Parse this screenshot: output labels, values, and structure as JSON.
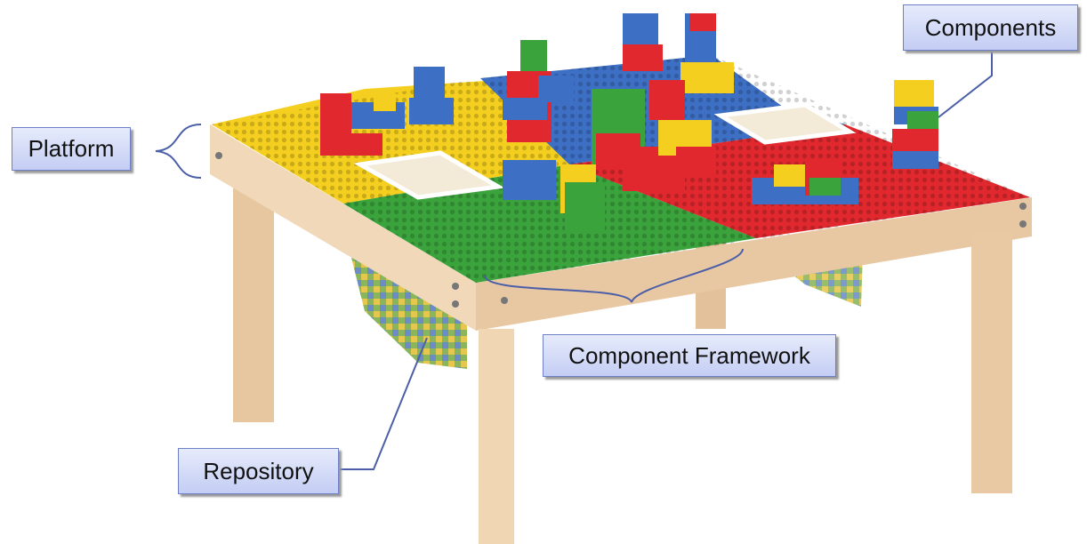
{
  "labels": {
    "platform": "Platform",
    "components": "Components",
    "framework": "Component Framework",
    "repository": "Repository"
  },
  "colors": {
    "label_fill": "#d4dbf7",
    "label_border": "#6d7fc6",
    "yellow": "#f5cf1f",
    "blue": "#3d6fc4",
    "green": "#3aa33c",
    "red": "#e0282e",
    "wood": "#ecd3b4"
  }
}
